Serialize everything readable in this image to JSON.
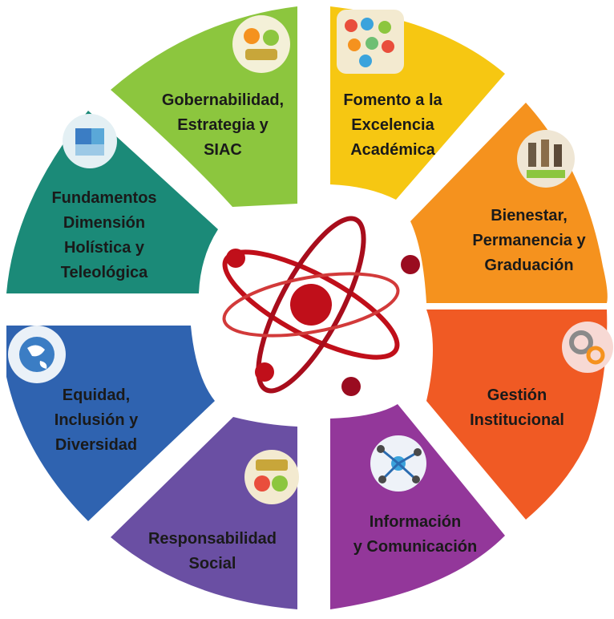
{
  "segments": [
    {
      "key": "gobernabilidad",
      "color": "#8cc63e",
      "icon": "puzzle-people-icon",
      "lines": [
        "Gobernabilidad,",
        "Estrategia y",
        "SIAC"
      ]
    },
    {
      "key": "fomento",
      "color": "#f6c712",
      "icon": "colorful-circles-icon",
      "lines": [
        "Fomento a la",
        "Excelencia",
        "Académica"
      ]
    },
    {
      "key": "bienestar",
      "color": "#f5921e",
      "icon": "people-group-icon",
      "lines": [
        "Bienestar,",
        "Permanencia y",
        "Graduación"
      ]
    },
    {
      "key": "gestion",
      "color": "#f05a24",
      "icon": "gears-icon",
      "lines": [
        "Gestión",
        "Institucional"
      ]
    },
    {
      "key": "informacion",
      "color": "#93379a",
      "icon": "network-icon",
      "lines": [
        "Información",
        "y Comunicación"
      ]
    },
    {
      "key": "responsabilidad",
      "color": "#6a4fa3",
      "icon": "community-icon",
      "lines": [
        "Responsabilidad",
        "Social"
      ]
    },
    {
      "key": "equidad",
      "color": "#2f63b0",
      "icon": "globe-icon",
      "lines": [
        "Equidad,",
        "Inclusión y",
        "Diversidad"
      ]
    },
    {
      "key": "fundamentos",
      "color": "#1b8a78",
      "icon": "puzzle-globe-icon",
      "lines": [
        "Fundamentos",
        "Dimensión",
        "Holística y",
        "Teleológica"
      ]
    }
  ],
  "center": {
    "icon": "atom-icon",
    "color": "#c00f1a"
  }
}
